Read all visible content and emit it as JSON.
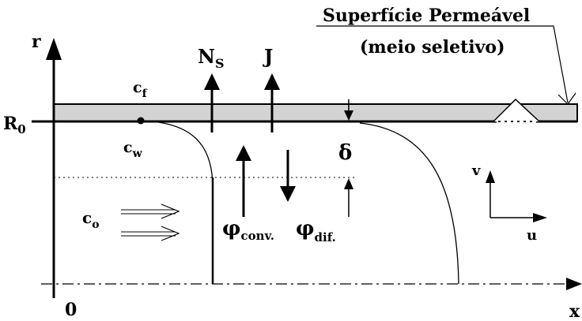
{
  "labels": {
    "title_line1": "Superfície Permeável",
    "title_line2": "(meio seletivo)",
    "r_axis": "r",
    "x_axis": "x",
    "origin": "0",
    "R0_main": "R",
    "R0_sub": "0",
    "Ns_main": "N",
    "Ns_sub": "S",
    "J": "J",
    "cf_main": "c",
    "cf_sub": "f",
    "cw_main": "c",
    "cw_sub": "w",
    "delta": "δ",
    "co_main": "c",
    "co_sub": "o",
    "phi_conv_main": "φ",
    "phi_conv_sub": "conv.",
    "phi_dif_main": "φ",
    "phi_dif_sub": "dif.",
    "v": "v",
    "u": "u"
  },
  "colors": {
    "membrane_fill": "#d3d3d3",
    "ink": "#000000"
  }
}
